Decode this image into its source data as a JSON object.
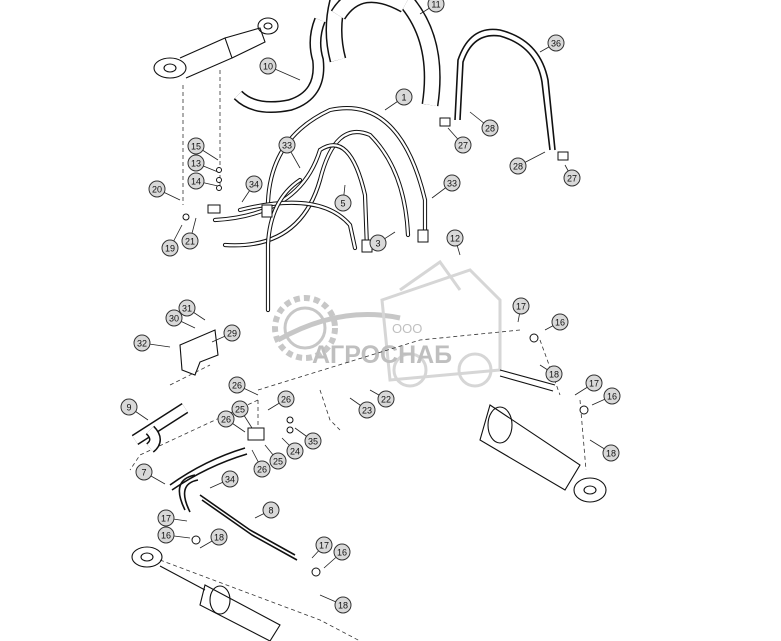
{
  "diagram": {
    "callouts": [
      "11",
      "10",
      "36",
      "1",
      "28",
      "27",
      "33",
      "15",
      "13",
      "14",
      "34",
      "20",
      "5",
      "33",
      "28",
      "27",
      "3",
      "19",
      "21",
      "12",
      "17",
      "16",
      "31",
      "30",
      "29",
      "32",
      "18",
      "17",
      "16",
      "26",
      "26",
      "25",
      "22",
      "23",
      "9",
      "26",
      "35",
      "24",
      "25",
      "26",
      "18",
      "7",
      "34",
      "8",
      "17",
      "16",
      "18",
      "17",
      "16",
      "18"
    ]
  },
  "watermark": {
    "company_type": "ООО",
    "brand": "АГРОСНАБ"
  }
}
